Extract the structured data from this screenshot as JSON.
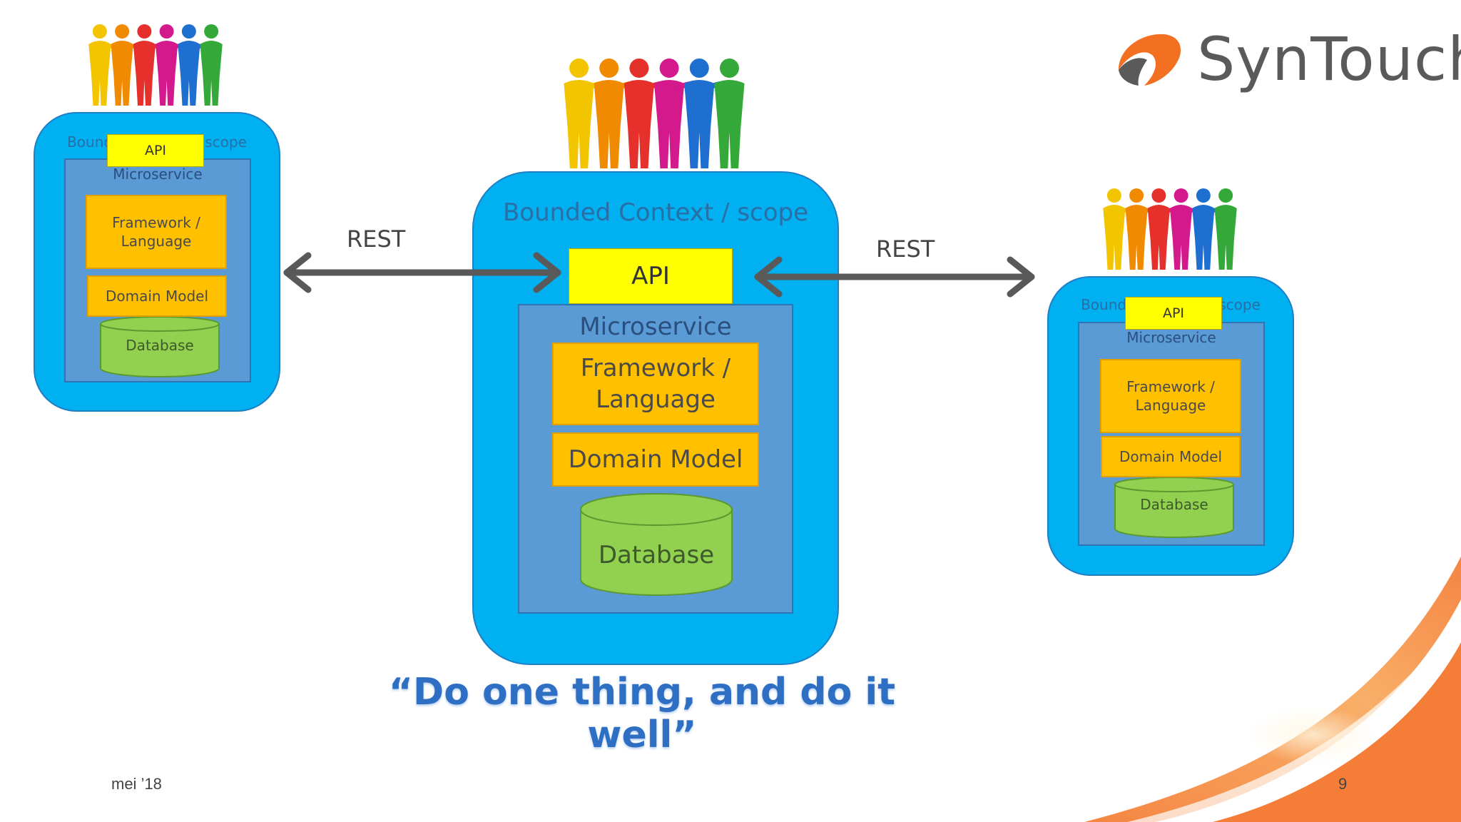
{
  "logo": {
    "text": "SynTouch",
    "icon": "syntouch-logo-icon"
  },
  "left_service": {
    "bounded_context_label": "Bounded Context / scope",
    "api_label": "API",
    "microservice_label": "Microservice",
    "framework_label": "Framework / Language",
    "domain_model_label": "Domain Model",
    "database_label": "Database"
  },
  "center_service": {
    "bounded_context_label": "Bounded Context / scope",
    "api_label": "API",
    "microservice_label": "Microservice",
    "framework_label": "Framework / Language",
    "domain_model_label": "Domain Model",
    "database_label": "Database"
  },
  "right_service": {
    "bounded_context_label": "Bounded Context / scope",
    "api_label": "API",
    "microservice_label": "Microservice",
    "framework_label": "Framework / Language",
    "domain_model_label": "Domain Model",
    "database_label": "Database"
  },
  "connections": {
    "left_label": "REST",
    "right_label": "REST"
  },
  "quote": "“Do one thing, and do it well”",
  "footer": {
    "date": "mei ’18",
    "page_number": "9"
  },
  "colors": {
    "bounded_context": "#00b0f0",
    "microservice": "#5b9bd5",
    "api": "#ffff00",
    "framework": "#ffc000",
    "database": "#92d050",
    "arrow": "#595959",
    "quote": "#2e6fc4",
    "accent_orange": "#f36f21"
  },
  "people_colors": [
    "#f2c500",
    "#f08a00",
    "#e6302b",
    "#d4198c",
    "#1f6fd1",
    "#34a939"
  ]
}
